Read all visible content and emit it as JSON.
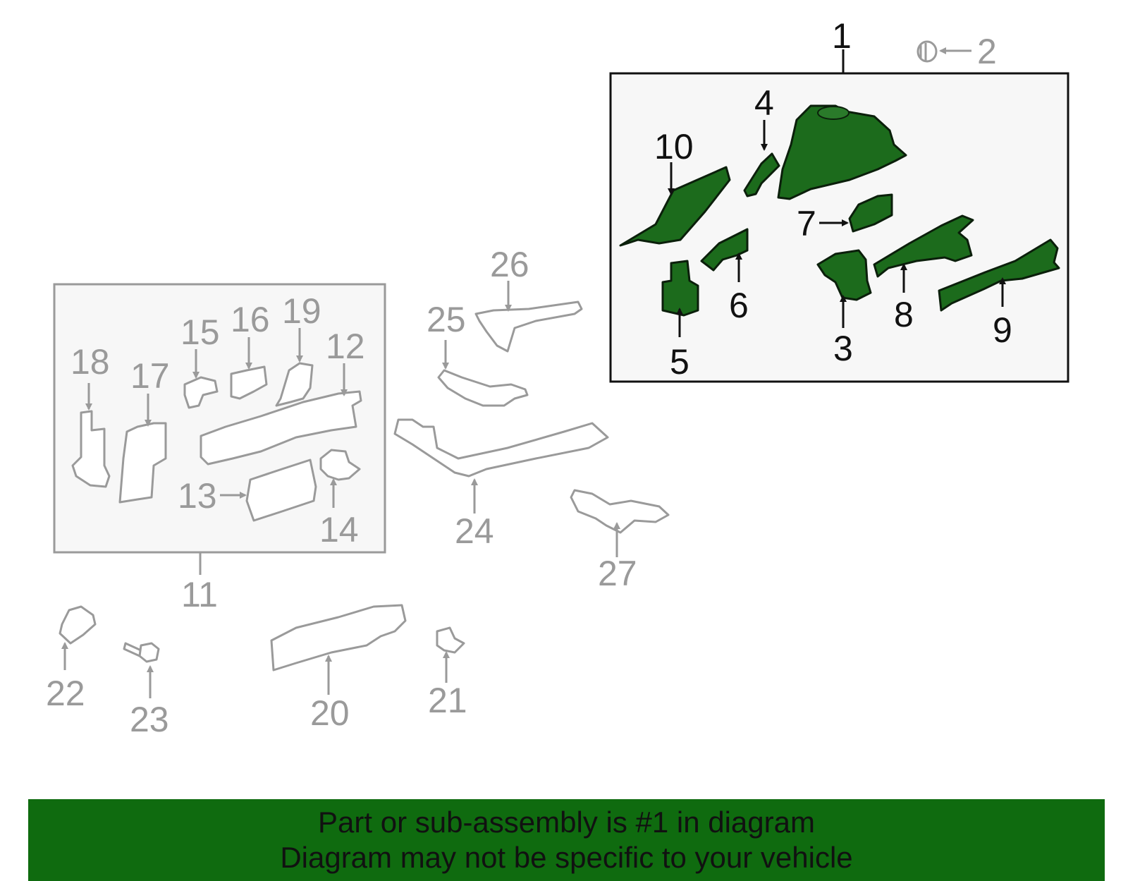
{
  "callouts": {
    "n1": "1",
    "n2": "2",
    "n3": "3",
    "n4": "4",
    "n5": "5",
    "n6": "6",
    "n7": "7",
    "n8": "8",
    "n9": "9",
    "n10": "10",
    "n11": "11",
    "n12": "12",
    "n13": "13",
    "n14": "14",
    "n15": "15",
    "n16": "16",
    "n17": "17",
    "n18": "18",
    "n19": "19",
    "n20": "20",
    "n21": "21",
    "n22": "22",
    "n23": "23",
    "n24": "24",
    "n25": "25",
    "n26": "26",
    "n27": "27"
  },
  "banner": {
    "line1": "Part or sub-assembly is #1 in diagram",
    "line2": "Diagram may not be specific to your vehicle"
  },
  "colors": {
    "highlight_fill": "#1c6b1c",
    "gray_linework": "#9a9a9a",
    "banner_bg": "#0f6b0f",
    "box_bg": "#f7f7f7"
  }
}
